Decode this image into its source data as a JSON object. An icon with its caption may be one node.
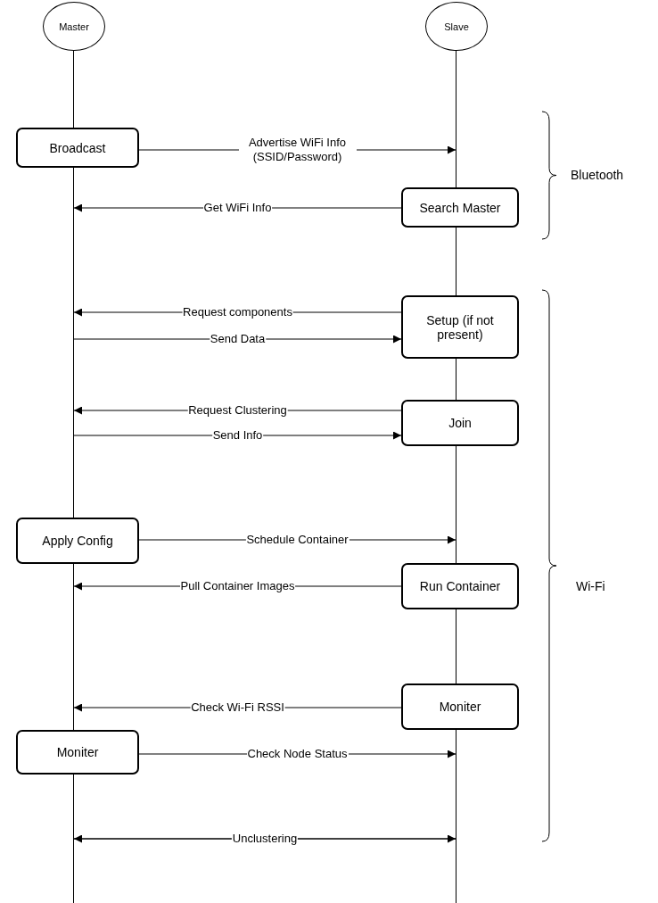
{
  "diagram": {
    "nodes": [
      {
        "text": [
          "Master"
        ]
      },
      {
        "text": [
          "Slave"
        ]
      },
      {
        "text": [],
        "shape": "line"
      },
      {
        "text": [],
        "shape": "line"
      },
      {
        "text": [
          "Broadcast"
        ]
      },
      {
        "text": [
          "Search Master"
        ]
      },
      {
        "text": [
          "Setup (if not present)"
        ]
      },
      {
        "text": [
          "Join"
        ]
      },
      {
        "text": [
          "Apply Config"
        ]
      },
      {
        "text": [
          "Run Container"
        ]
      },
      {
        "text": [
          "Moniter"
        ]
      },
      {
        "text": [
          "Moniter"
        ]
      }
    ],
    "edges": [
      {
        "from": 4,
        "to": 3,
        "arrow": "to",
        "label": "Advertise WiFi Info (SSID/Password)"
      },
      {
        "from": 5,
        "to": 2,
        "arrow": "to",
        "label": "Get WiFi Info"
      },
      {
        "from": 6,
        "to": 2,
        "arrow": "to",
        "label": "Request components"
      },
      {
        "from": 2,
        "to": 6,
        "arrow": "to",
        "label": "Send Data"
      },
      {
        "from": 7,
        "to": 2,
        "arrow": "to",
        "label": "Request Clustering"
      },
      {
        "from": 2,
        "to": 7,
        "arrow": "to",
        "label": "Send Info"
      },
      {
        "from": 8,
        "to": 3,
        "arrow": "to",
        "label": "Schedule Container"
      },
      {
        "from": 9,
        "to": 2,
        "arrow": "to",
        "label": "Pull Container Images"
      },
      {
        "from": 10,
        "to": 2,
        "arrow": "to",
        "label": "Check Wi-Fi RSSI"
      },
      {
        "from": 11,
        "to": 3,
        "arrow": "to",
        "label": "Check Node Status"
      },
      {
        "from": 2,
        "to": 3,
        "arrow": "both",
        "label": "Unclustering"
      }
    ],
    "labels": [
      "Bluetooth",
      "Wi-Fi"
    ]
  }
}
